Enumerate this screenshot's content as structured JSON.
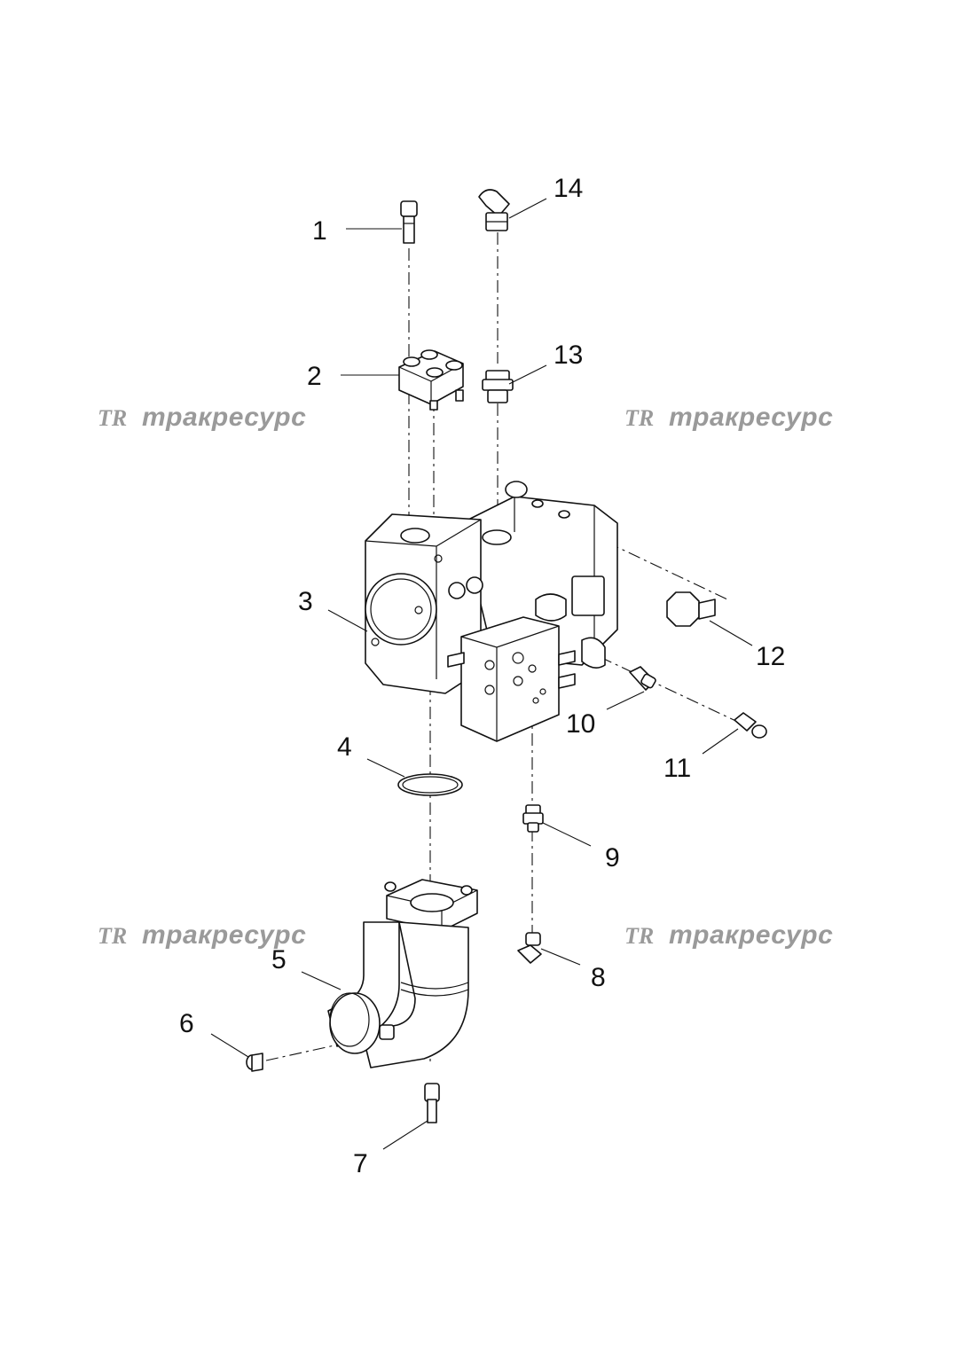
{
  "watermarks": [
    {
      "logo": "TR",
      "text": "тракресурс"
    },
    {
      "logo": "TR",
      "text": "тракресурс"
    },
    {
      "logo": "TR",
      "text": "тракресурс"
    },
    {
      "logo": "TR",
      "text": "тракресурс"
    }
  ],
  "callouts": [
    "1",
    "2",
    "3",
    "4",
    "5",
    "6",
    "7",
    "8",
    "9",
    "10",
    "11",
    "12",
    "13",
    "14"
  ],
  "colors": {
    "line": "#111111",
    "watermark": "#9a9a9a",
    "background": "#ffffff"
  }
}
